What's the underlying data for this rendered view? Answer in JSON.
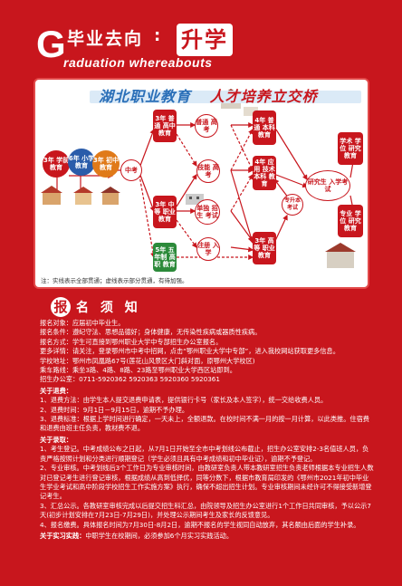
{
  "header": {
    "big_letter": "G",
    "title_cn": "毕业去向",
    "colon": ":",
    "badge": "升学",
    "title_en": "raduation whereabouts"
  },
  "diagram": {
    "banner_left": "湖北职业教育",
    "banner_right": "人才培养立交桥",
    "nodes": {
      "preschool": "3年 学前 教育",
      "primary": "6年 小学 教育",
      "junior": "3年 初中 教育",
      "zhongkao": "中考",
      "n3_general_high": "3年 普通 高中 教育",
      "n3_secondary": "3年 中等 职业 教育",
      "n5_high_vocational": "5年 五年制 高职 教育",
      "gaokao": "普通 高考",
      "skill_exam": "技能 高考",
      "single_exam": "单独 招生 考试",
      "direct_entry": "注册 入学",
      "n4_undergrad": "4年 普通 本科 教育",
      "n4_applied_undergrad": "4年 应用 技术 本科 教育",
      "n3_higher_vocational": "3年 高等 职业 教育",
      "special_upgrade": "专升本 考试",
      "postgrad_exam": "研究生 入学考试",
      "academic_master": "学术 学位 研究 教育",
      "professional_master": "专业 学位 研究 教育"
    },
    "legend": "注：实线表示全部贯通；虚线表示部分贯通，有待加强。"
  },
  "notice": {
    "bubble": "报",
    "title_rest": "名 须 知"
  },
  "info": [
    "报名对象：应届初中毕业生。",
    "报名条件：遵纪守法、思想品德好；身体健康，无传染性疾病或器质性疾病。",
    "报名方式：学生可直接到鄂州职业大学中专部招生办公室报名。",
    "更多详情：请关注，登录鄂州市中考中招网，点击“鄂州职业大学中专部”，进入我校网站获取更多信息。",
    "学校地址：鄂州市凤凰路67号(莲花山风景区大门斜对面，原鄂州大学校区)",
    "乘车路线：乘坐3路、4路、8路、23路至鄂州职业大学西区站即到。",
    "招生办公室：0711-5920362  5920363  5920360  5920361"
  ],
  "sections": [
    {
      "title": "关于退费：",
      "items": [
        "1、退费方法：由学生本人提交退费申请表，提供银行卡号（家长及本人签字），统一交给收费人员。",
        "2、退费时间：9月1日－9月15日，逾期不予办理。",
        "3、退费标准：根据上学时间进行确定，一天未上，全额退款。在校时间不满一月的按一月计算，以此类推。住宿费和退费由班主任负责，教材费不退。"
      ]
    },
    {
      "title": "关于录取：",
      "items": [
        "1、考生登记。中考成绩公布之日起，从7月1日开始至全市中考划线公布截止，招生办公室安排2-3名值班人员，负责严格按照计划和分类进行顺期登记（学生必须且具有中考成绩和初中毕业证），逾期不予登记。",
        "2、专业审核。中考划线后3个工作日为专业审核时间，由教研室负责人带本教研室招生负责老师根据本专业招生人数对已登记考生进行登记审核，根据成绩从高到低择优，同等分数下，根据市教育局印发的《鄂州市2021年初中毕业生学业考试和高中阶段学校招生工作实施方案》执行，确保不超出招生计划。专业审核期间未经许可不得接受新增登记考生。",
        "3、汇总公示。各教研室审核完成以后提交招生科汇总，由院领导及招生办公室进行1个工作日共同审核，予以公示7天(初步计划安排在7月23日-7月29日)，并处理公示期间考生及家长的反馈意见。",
        "4、报名缴费。具体报名时间为7月30日-8月2日，逾期不报名的学生视同自动放弃，其名额由后面的学生补录。"
      ]
    },
    {
      "title": "关于实习实践：",
      "items_inline": "中职学生在校期间，必须参加6个月实习实践活动。"
    }
  ],
  "colors": {
    "background": "#c8161d",
    "banner_blue": "#2a6fb8",
    "diagram_bg": "#ffffff"
  }
}
